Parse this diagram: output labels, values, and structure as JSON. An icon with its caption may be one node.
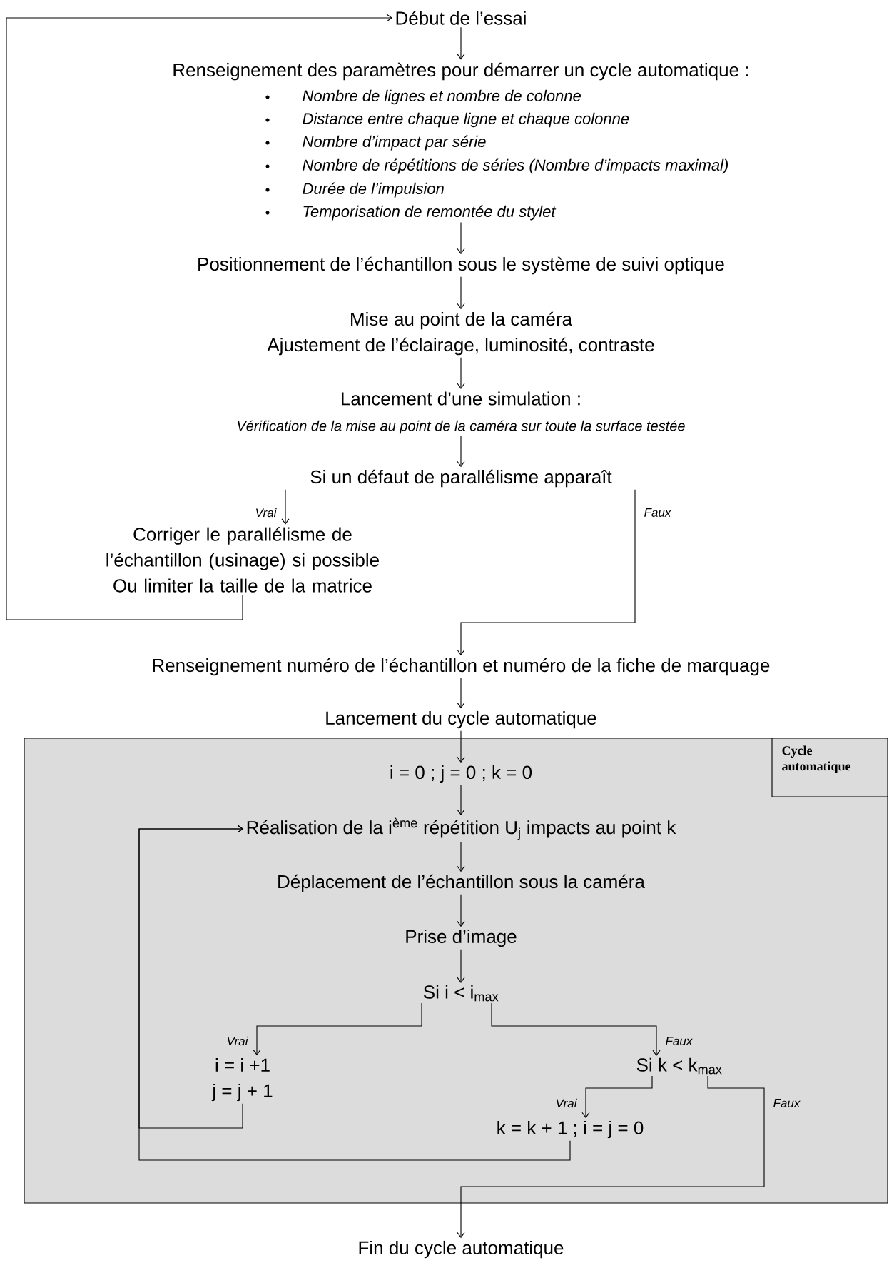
{
  "diagram": {
    "nodes": [
      {
        "text": [
          "Début de l’essai"
        ]
      },
      {
        "text": [
          "Renseignement des paramètres pour démarrer un cycle automatique :",
          "Nombre de lignes et nombre de colonne",
          "Distance entre chaque ligne et chaque colonne",
          "Nombre d’impact par série",
          "Nombre de répétitions de séries (Nombre d’impacts maximal)",
          "Durée de l’impulsion",
          "Temporisation de remontée du stylet"
        ]
      },
      {
        "text": [
          "Positionnement de l’échantillon sous le système de suivi optique"
        ]
      },
      {
        "text": [
          "Mise au point de la caméra",
          "Ajustement de l’éclairage, luminosité, contraste"
        ]
      },
      {
        "text": [
          "Lancement d’une simulation :",
          "Vérification de la mise au point de la caméra sur toute la surface testée"
        ]
      },
      {
        "text": [
          "Si un défaut de parallélisme apparaît"
        ]
      },
      {
        "text": [
          "Corriger le parallélisme de l’échantillon (usinage) si possible",
          "Ou limiter la taille de la matrice"
        ]
      },
      {
        "text": [
          "Renseignement numéro de l’échantillon et numéro de la fiche de marquage"
        ]
      },
      {
        "text": [
          "Lancement du cycle automatique"
        ]
      },
      {
        "text": [
          "Cycle automatique"
        ]
      },
      {
        "text": [
          "i = 0 ; j = 0 ; k = 0"
        ],
        "in": 9
      },
      {
        "text": [
          "Réalisation de la i$^{ème}$ répétition U$_{j}$ impacts au point k"
        ],
        "in": 9
      },
      {
        "text": [
          "Déplacement de l’échantillon sous la caméra"
        ],
        "in": 9
      },
      {
        "text": [
          "Prise d’image"
        ],
        "in": 9
      },
      {
        "text": [
          "Si i < i$_{max}$"
        ],
        "in": 9
      },
      {
        "text": [
          "i = i +1",
          "j = j + 1"
        ],
        "in": 9
      },
      {
        "text": [
          "Si k < k$_{max}$"
        ],
        "in": 9
      },
      {
        "text": [
          "k = k + 1 ; i = j = 0"
        ],
        "in": 9
      },
      {
        "text": [
          "Fin du cycle automatique"
        ]
      }
    ],
    "edges": [
      {
        "from": 0,
        "to": 1,
        "arrow": "to"
      },
      {
        "from": 1,
        "to": 2,
        "arrow": "to"
      },
      {
        "from": 2,
        "to": 3,
        "arrow": "to"
      },
      {
        "from": 3,
        "to": 4,
        "arrow": "to"
      },
      {
        "from": 4,
        "to": 5,
        "arrow": "to"
      },
      {
        "from": 5,
        "to": 6,
        "arrow": "to",
        "label": "Vrai"
      },
      {
        "from": 5,
        "to": 7,
        "arrow": "to",
        "label": "Faux"
      },
      {
        "from": 6,
        "to": 0,
        "arrow": "to"
      },
      {
        "from": 7,
        "to": 8,
        "arrow": "to"
      },
      {
        "from": 8,
        "to": 10,
        "arrow": "to"
      },
      {
        "from": 10,
        "to": 11,
        "arrow": "to"
      },
      {
        "from": 11,
        "to": 12,
        "arrow": "to"
      },
      {
        "from": 12,
        "to": 13,
        "arrow": "to"
      },
      {
        "from": 13,
        "to": 14,
        "arrow": "to"
      },
      {
        "from": 14,
        "to": 15,
        "arrow": "to",
        "label": "Vrai"
      },
      {
        "from": 14,
        "to": 16,
        "arrow": "to",
        "label": "Faux"
      },
      {
        "from": 16,
        "to": 17,
        "arrow": "to",
        "label": "Vrai"
      },
      {
        "from": 16,
        "to": 18,
        "arrow": "to",
        "label": "Faux"
      },
      {
        "from": 15,
        "to": 11,
        "arrow": "to"
      },
      {
        "from": 17,
        "to": 11,
        "arrow": "to"
      }
    ]
  }
}
